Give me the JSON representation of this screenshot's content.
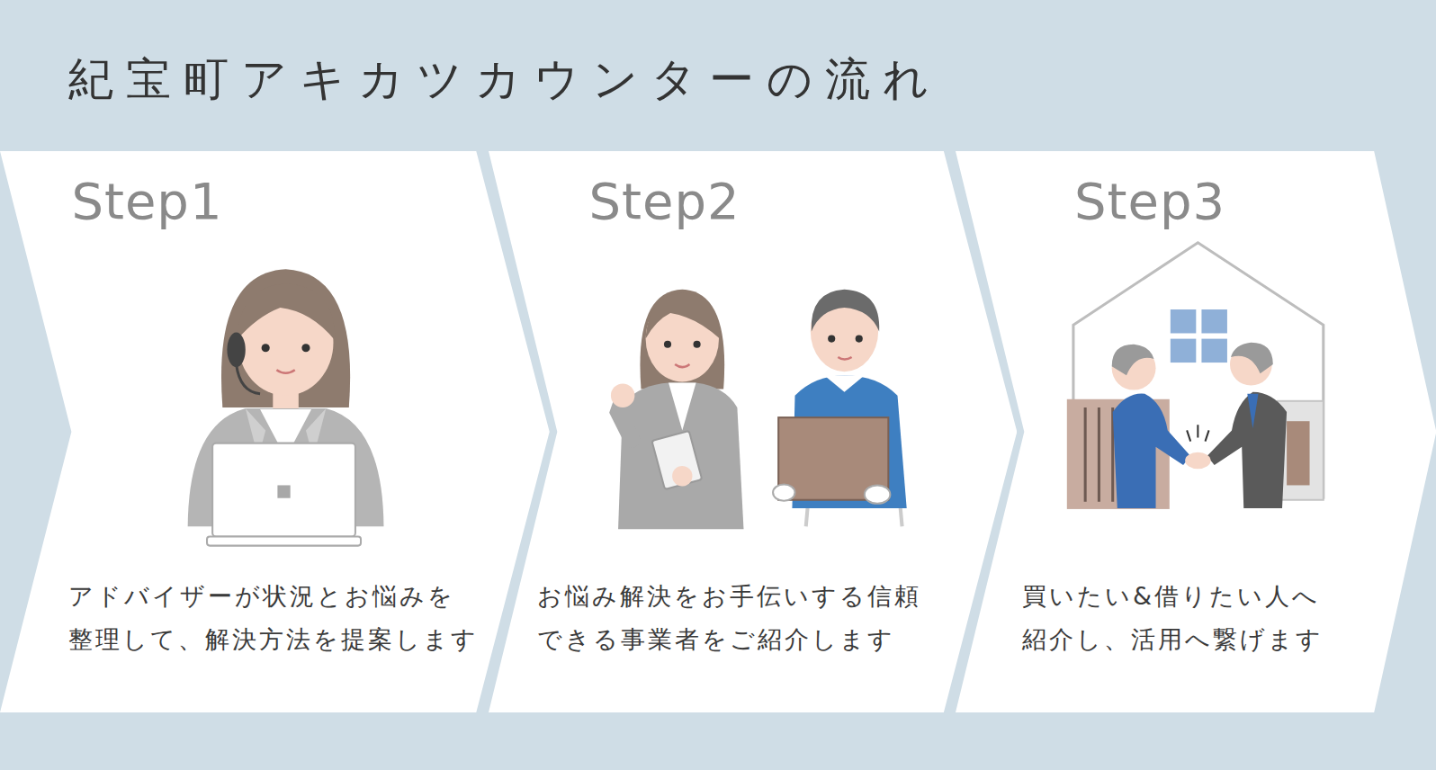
{
  "diagram": {
    "title": "紀宝町アキカツカウンターの流れ",
    "nodes": [
      {
        "text": [
          "Step1",
          "アドバイザーが状況とお悩みを 整理して、解決方法を提案します"
        ]
      },
      {
        "text": [
          "Step2",
          "お悩み解決をお手伝いする信頼 できる事業者をご紹介します"
        ]
      },
      {
        "text": [
          "Step3",
          "買いたい&借りたい人へ 紹介し、活用へ繋げます"
        ]
      }
    ]
  }
}
